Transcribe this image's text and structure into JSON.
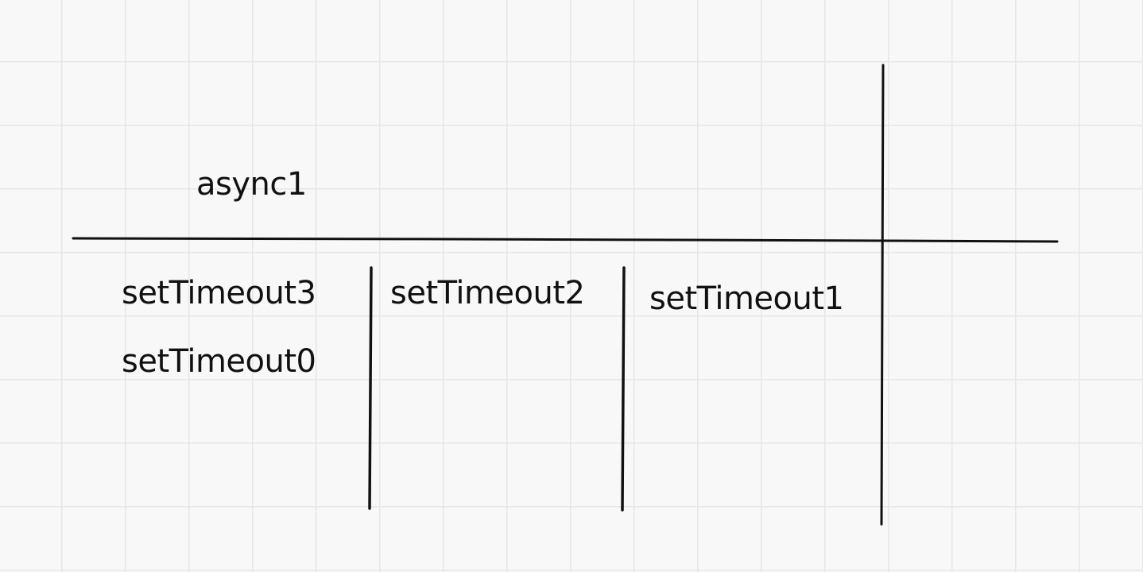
{
  "labels": {
    "async1": "async1",
    "set_timeout_3": "setTimeout3",
    "set_timeout_0": "setTimeout0",
    "set_timeout_2": "setTimeout2",
    "set_timeout_1": "setTimeout1"
  },
  "colors": {
    "background": "#f8f8f8",
    "grid": "#e6e6e6",
    "ink": "#111111"
  }
}
